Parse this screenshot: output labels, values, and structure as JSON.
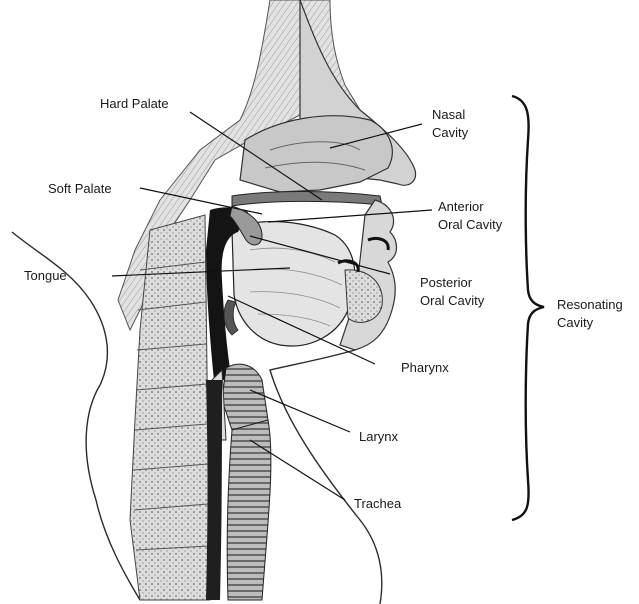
{
  "labels": {
    "hard_palate": "Hard Palate",
    "nasal_cavity_1": "Nasal",
    "nasal_cavity_2": "Cavity",
    "soft_palate": "Soft Palate",
    "anterior_oral_1": "Anterior",
    "anterior_oral_2": "Oral Cavity",
    "tongue": "Tongue",
    "posterior_oral_1": "Posterior",
    "posterior_oral_2": "Oral Cavity",
    "resonating_1": "Resonating",
    "resonating_2": "Cavity",
    "pharynx": "Pharynx",
    "larynx": "Larynx",
    "trachea": "Trachea"
  },
  "colors": {
    "ink": "#1a1a1a",
    "tissue_light": "#d6d6d6",
    "tissue_mid": "#a9a9a9",
    "airway_dark": "#141414",
    "background": "#ffffff"
  }
}
